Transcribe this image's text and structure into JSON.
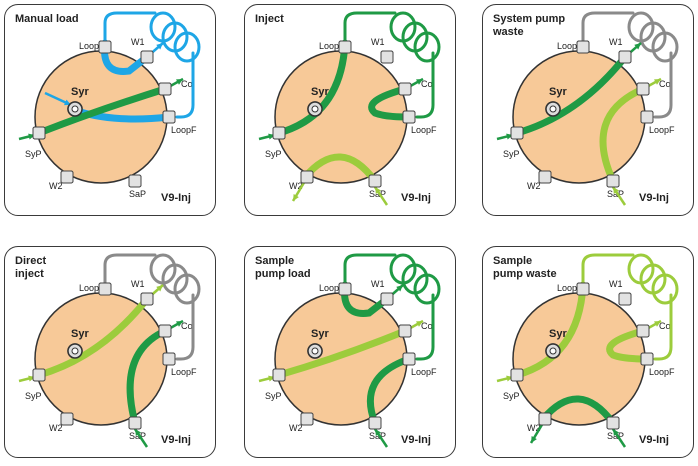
{
  "colors": {
    "valve": "#f7c998",
    "dark_green": "#1f9a45",
    "light_green": "#9ccc3c",
    "blue": "#1ea6e6",
    "gray": "#8a8a8a",
    "port": "#e2e2e2"
  },
  "labels": {
    "loopE": "LoopE",
    "w1": "W1",
    "col": "Col",
    "loopF": "LoopF",
    "syp": "SyP",
    "w2": "W2",
    "sap": "SaP",
    "syr": "Syr",
    "valve": "V9-Inj"
  },
  "panels": [
    {
      "title": [
        "Manual load"
      ]
    },
    {
      "title": [
        "Inject"
      ]
    },
    {
      "title": [
        "System pump",
        "waste"
      ]
    },
    {
      "title": [
        "Direct",
        "inject"
      ]
    },
    {
      "title": [
        "Sample",
        "pump load"
      ]
    },
    {
      "title": [
        "Sample",
        "pump waste"
      ]
    }
  ]
}
